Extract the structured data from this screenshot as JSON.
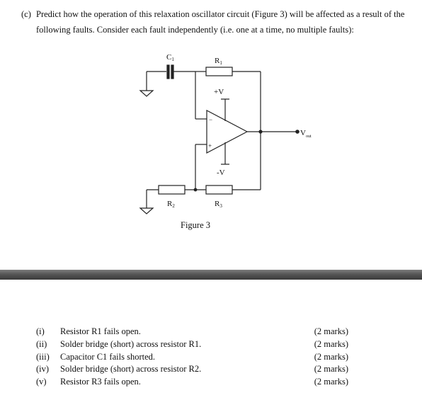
{
  "question": {
    "label": "(c)",
    "text": "Predict how the operation of this relaxation oscillator circuit (Figure 3) will be affected as a result of the following faults. Consider each fault independently (i.e. one at a time, no multiple faults):"
  },
  "figure": {
    "caption": "Figure 3",
    "labels": {
      "c1": "C",
      "c1_sub": "1",
      "r1": "R",
      "r1_sub": "1",
      "r2": "R",
      "r2_sub": "2",
      "r3": "R",
      "r3_sub": "3",
      "vplus": "+V",
      "vminus": "-V",
      "vout": "V",
      "vout_sub": "out",
      "inv": "−",
      "noninv": "+"
    }
  },
  "faults": [
    {
      "num": "(i)",
      "text": "Resistor R1 fails open.",
      "marks": "(2 marks)"
    },
    {
      "num": "(ii)",
      "text": "Solder bridge (short) across resistor R1.",
      "marks": "(2 marks)"
    },
    {
      "num": "(iii)",
      "text": "Capacitor C1 fails shorted.",
      "marks": "(2 marks)"
    },
    {
      "num": "(iv)",
      "text": "Solder bridge (short) across resistor R2.",
      "marks": "(2 marks)"
    },
    {
      "num": "(v)",
      "text": "Resistor R3 fails open.",
      "marks": "(2 marks)"
    }
  ],
  "colors": {
    "divider": "#565656",
    "ink": "#111111"
  }
}
